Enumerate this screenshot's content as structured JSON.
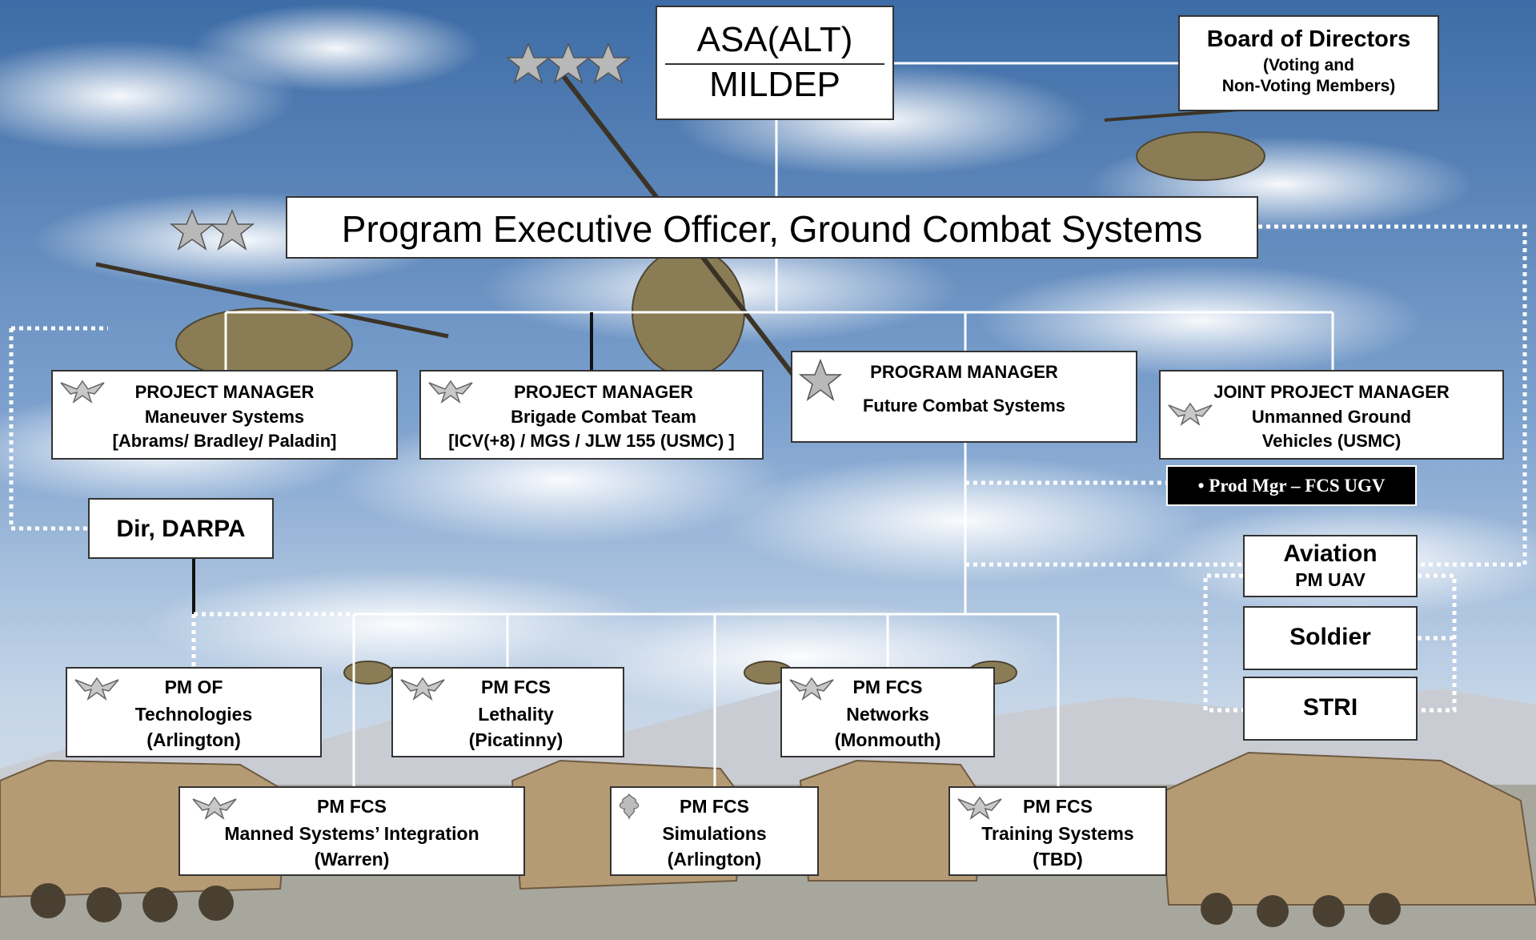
{
  "top": {
    "asa_line1": "ASA(ALT)",
    "asa_line2": "MILDEP",
    "board_title": "Board of Directors",
    "board_sub1": "(Voting and",
    "board_sub2": "Non-Voting Members)"
  },
  "peo": {
    "title": "Program Executive Officer, Ground Combat Systems"
  },
  "pm_maneuver": {
    "role": "PROJECT MANAGER",
    "name": "Maneuver Systems",
    "detail": "[Abrams/ Bradley/ Paladin]"
  },
  "pm_bct": {
    "role": "PROJECT MANAGER",
    "name": "Brigade Combat Team",
    "detail": "[ICV(+8) / MGS / JLW 155 (USMC) ]"
  },
  "pm_fcs": {
    "role": "PROGRAM MANAGER",
    "name": "Future Combat Systems"
  },
  "jpm_ugv": {
    "role": "JOINT PROJECT MANAGER",
    "name1": "Unmanned Ground",
    "name2": "Vehicles (USMC)"
  },
  "prod_mgr": {
    "label": "• Prod Mgr – FCS UGV"
  },
  "darpa": {
    "label": "Dir, DARPA"
  },
  "aviation": {
    "line1": "Aviation",
    "line2": "PM UAV"
  },
  "soldier": {
    "label": "Soldier"
  },
  "stri": {
    "label": "STRI"
  },
  "pm_of_tech": {
    "line1": "PM OF",
    "line2": "Technologies",
    "line3": "(Arlington)"
  },
  "pm_lethality": {
    "line1": "PM FCS",
    "line2": "Lethality",
    "line3": "(Picatinny)"
  },
  "pm_networks": {
    "line1": "PM FCS",
    "line2": "Networks",
    "line3": "(Monmouth)"
  },
  "pm_msi": {
    "line1": "PM FCS",
    "line2": "Manned Systems’ Integration",
    "line3": "(Warren)"
  },
  "pm_sim": {
    "line1": "PM FCS",
    "line2": "Simulations",
    "line3": "(Arlington)"
  },
  "pm_training": {
    "line1": "PM FCS",
    "line2": "Training Systems",
    "line3": "(TBD)"
  },
  "colors": {
    "sky_top": "#3f6fa8",
    "sky_bottom": "#c8d8ea",
    "line": "#ffffff",
    "ground": "#b59b74",
    "prod_bg": "#000000"
  }
}
